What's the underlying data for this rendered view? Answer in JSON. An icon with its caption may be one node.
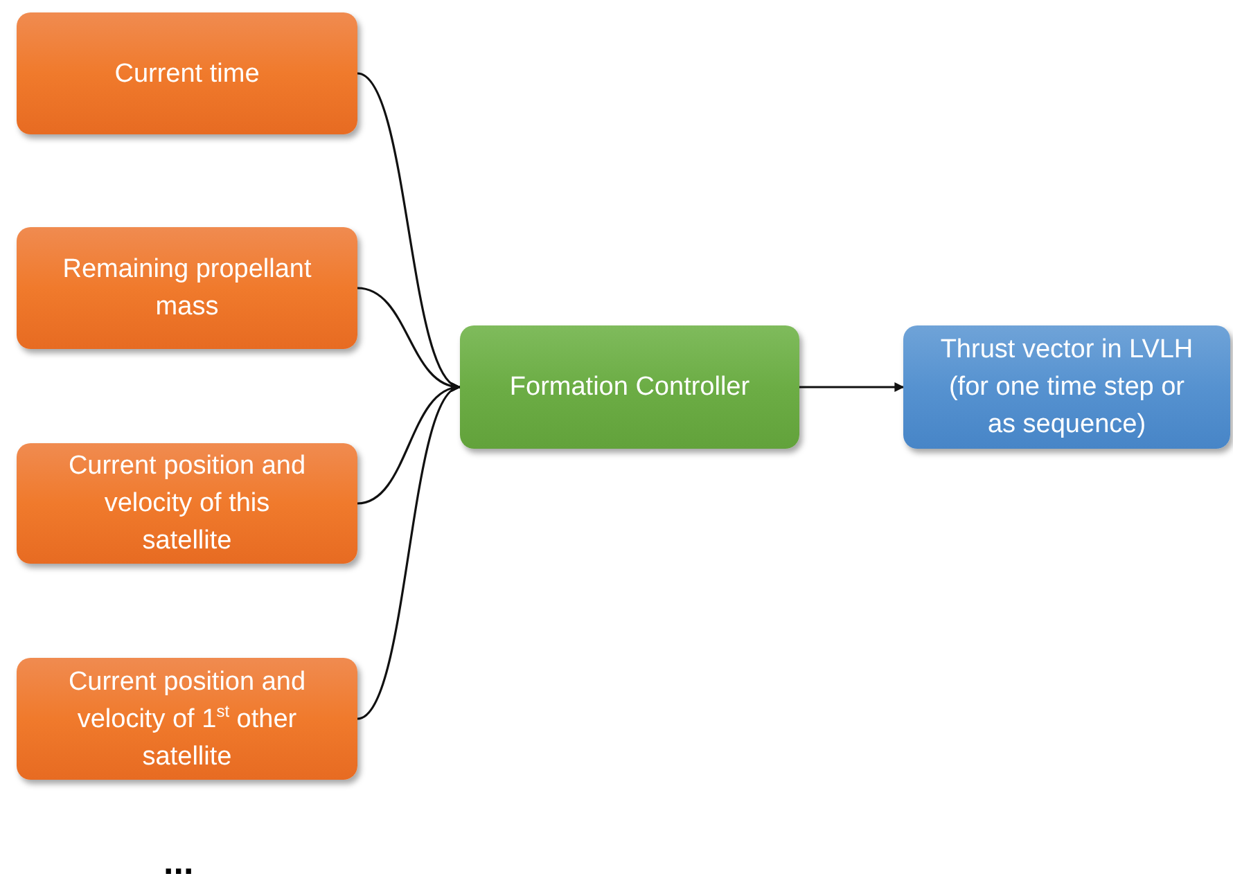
{
  "diagram": {
    "nodes": [
      {
        "text": [
          "Current time"
        ]
      },
      {
        "text": [
          "Remaining propellant mass"
        ]
      },
      {
        "text": [
          "Current position and velocity of this satellite"
        ]
      },
      {
        "text": [
          "Current position and velocity of 1$^{st}$ other satellite"
        ]
      },
      {
        "text": [
          "Formation Controller"
        ]
      },
      {
        "text": [
          "Thrust vector in LVLH (for one time step or as sequence)"
        ]
      }
    ],
    "edges": [
      {
        "from": 0,
        "to": 4,
        "arrow": "to"
      },
      {
        "from": 1,
        "to": 4,
        "arrow": "to"
      },
      {
        "from": 2,
        "to": 4,
        "arrow": "to"
      },
      {
        "from": 3,
        "to": 4,
        "arrow": "to"
      },
      {
        "from": 4,
        "to": 5,
        "arrow": "to"
      }
    ],
    "labels": [
      "..."
    ]
  }
}
